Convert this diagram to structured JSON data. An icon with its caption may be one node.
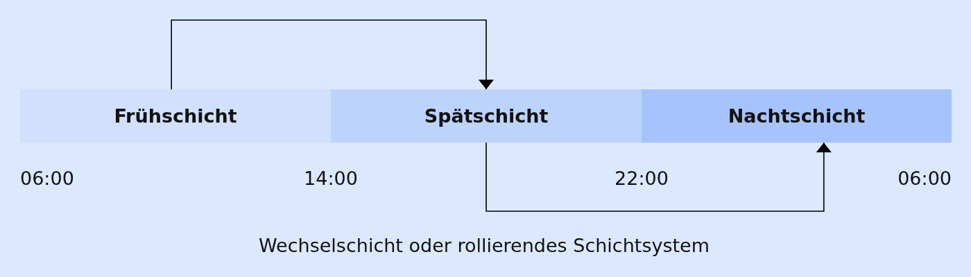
{
  "diagram": {
    "caption": "Wechselschicht oder rollierendes Schichtsystem",
    "nodes": [
      {
        "text": [
          "Frühschicht"
        ]
      },
      {
        "text": [
          "Spätschicht"
        ]
      },
      {
        "text": [
          "Nachtschicht"
        ]
      }
    ],
    "edges": [
      {
        "from": 0,
        "to": 1,
        "arrow": "to"
      },
      {
        "from": 1,
        "to": 2,
        "arrow": "to"
      }
    ],
    "labels": [
      "06:00",
      "14:00",
      "22:00",
      "06:00"
    ]
  }
}
